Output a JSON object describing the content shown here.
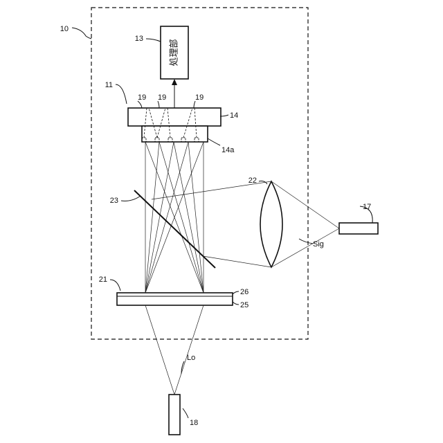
{
  "labels": {
    "device": "10",
    "sensor_unit": "11",
    "processing_unit_ref": "13",
    "processing_unit_text": "処理部",
    "detector": "14",
    "detector_face": "14a",
    "source_right": "17",
    "source_bottom": "18",
    "pixel_a": "19",
    "pixel_b": "19",
    "pixel_c": "19",
    "mask_unit": "21",
    "lens": "22",
    "beam_splitter": "23",
    "layer_bottom": "25",
    "layer_top": "26",
    "signal_light": "Sig",
    "object_light": "Lo"
  }
}
